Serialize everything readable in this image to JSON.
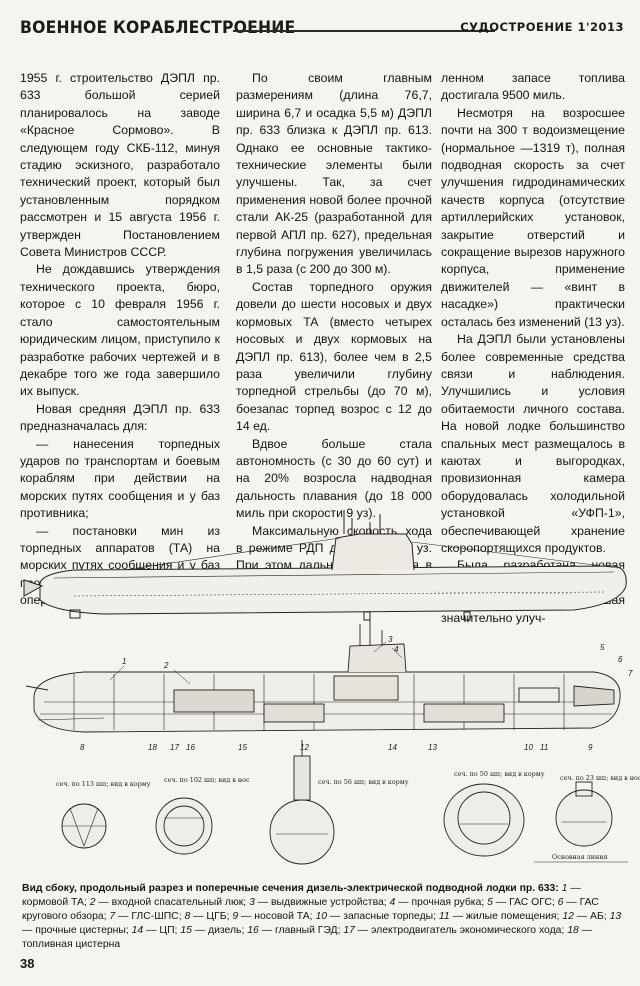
{
  "header": {
    "section_title": "ВОЕННОЕ КОРАБЛЕСТРОЕНИЕ",
    "magazine": "СУДОСТРОЕНИЕ 1'2013"
  },
  "columns": [
    {
      "paragraphs": [
        "1955 г. строительство ДЭПЛ пр. 633 большой серией планировалось на заводе «Красное Сормово». В следующем году СКБ-112, минуя стадию эскизного, разработало технический проект, который был установленным порядком рассмотрен и 15 августа 1956 г. утвержден Постановлением Совета Министров СССР.",
        "Не дождавшись утверждения технического проекта, бюро, которое с 10 февраля 1956 г. стало самостоятельным юридическим лицом, приступило к разработке рабочих чертежей и в декабре того же года завершило их выпуск.",
        "Новая средняя ДЭПЛ пр. 633 предназначалась для:",
        "— нанесения торпедных ударов по транспортам и боевым кораблям при действии на морских путях сообщения и у баз противника;",
        "— постановки мин из торпедных аппаратов (ТА) на морских путях сообщения и у баз противника, а также для ведения оперативной разведки."
      ]
    },
    {
      "paragraphs": [
        "По своим главным размерениям (длина 76,7, ширина 6,7 и осадка 5,5 м) ДЭПЛ пр. 633 близка к ДЭПЛ пр. 613. Однако ее основные тактико-технические элементы были улучшены. Так, за счет применения новой более прочной стали АК-25 (разработанной для первой АПЛ пр. 627), предельная глубина погружения увеличилась в 1,5 раза (с 200 до 300 м).",
        "Состав торпедного оружия довели до шести носовых и двух кормовых ТА (вместо четырех носовых и двух кормовых на ДЭПЛ пр. 613), более чем в 2,5 раза увеличили глубину торпедной стрельбы (до 70 м), боезапас торпед возрос с 12 до 14 ед.",
        "Вдвое больше стала автономность (с 30 до 60 сут) и на 20% возросла надводная дальность плавания (до 18 000 миль при скорости 9 уз).",
        "Максимальную скорость хода в режиме РДП довели до 10 уз. При этом дальность плавания в режиме РДП с 8-узловой скоростью при уси-"
      ]
    },
    {
      "paragraphs": [
        "ленном запасе топлива достигала 9500 миль.",
        "Несмотря на возросшее почти на 300 т водоизмещение (нормальное —1319 т), полная подводная скорость за счет улучшения гидродинамических качеств корпуса (отсутствие артиллерийских установок, закрытие отверстий и сокращение вырезов наружного корпуса, применение движителей — «винт в насадке») практически осталась без изменений (13 уз).",
        "На ДЭПЛ были установлены более современные средства связи и наблюдения. Улучшились и условия обитаемости личного состава. На новой лодке большинство спальных мест размещалось в каютах и выгородках, провизионная камера оборудовалась холодильной установкой «УФП-1», обеспечивающей хранение скоропортящихся продуктов.",
        "Была разработана новая конструкция общекорабельной вентиляции, позволившая значительно улуч-"
      ]
    }
  ],
  "figure": {
    "callouts": [
      "1",
      "2",
      "3",
      "4",
      "5",
      "6",
      "7",
      "8",
      "9",
      "10",
      "11",
      "12",
      "13",
      "14",
      "15",
      "16",
      "17",
      "18"
    ],
    "section_labels": [
      "сеч. по 113 шп; вид в корму",
      "сеч. по 102 шп; вид в нос",
      "сеч. по 56 шп; вид в корму",
      "сеч. по 50 шп; вид в корму",
      "сеч. по 23 шп; вид в нос"
    ],
    "baseline_label": "Основная линия"
  },
  "caption": {
    "title": "Вид сбоку, продольный разрез и поперечные сечения дизель-электрической подводной лодки пр. 633:",
    "legend": [
      {
        "n": "1",
        "t": "кормовой ТА"
      },
      {
        "n": "2",
        "t": "входной спасательный люк"
      },
      {
        "n": "3",
        "t": "выдвижные устройства"
      },
      {
        "n": "4",
        "t": "прочная рубка"
      },
      {
        "n": "5",
        "t": "ГАС ОГС"
      },
      {
        "n": "6",
        "t": "ГАС кругового обзора"
      },
      {
        "n": "7",
        "t": "ГЛС-ШПС"
      },
      {
        "n": "8",
        "t": "ЦГБ"
      },
      {
        "n": "9",
        "t": "носовой ТА"
      },
      {
        "n": "10",
        "t": "запасные торпеды"
      },
      {
        "n": "11",
        "t": "жилые помещения"
      },
      {
        "n": "12",
        "t": "АБ"
      },
      {
        "n": "13",
        "t": "прочные цистерны"
      },
      {
        "n": "14",
        "t": "ЦП"
      },
      {
        "n": "15",
        "t": "дизель"
      },
      {
        "n": "16",
        "t": "главный ГЭД"
      },
      {
        "n": "17",
        "t": "электродвигатель экономического хода"
      },
      {
        "n": "18",
        "t": "топливная цистерна"
      }
    ]
  },
  "page_number": "38"
}
